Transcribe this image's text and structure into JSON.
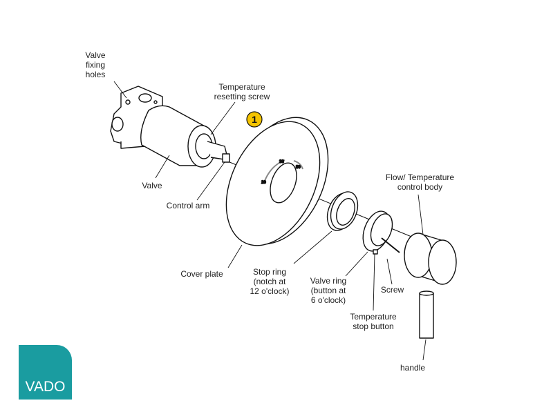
{
  "labels": {
    "valve_fixing_holes": "Valve\nfixing\nholes",
    "temperature_resetting_screw": "Temperature\nresetting screw",
    "valve": "Valve",
    "control_arm": "Control arm",
    "cover_plate": "Cover plate",
    "stop_ring": "Stop ring\n(notch at\n12 o'clock)",
    "valve_ring": "Valve ring\n(button at\n6 o'clock)",
    "screw": "Screw",
    "temperature_stop_button": "Temperature\nstop button",
    "flow_temperature_control_body": "Flow/ Temperature\ncontrol body",
    "handle": "handle"
  },
  "badge": "1",
  "dial_marks": [
    "20",
    "38",
    "50"
  ],
  "logo": {
    "text": "VADO",
    "color": "#1a9ca0"
  },
  "colors": {
    "badge": "#f5c400",
    "line": "#111111"
  }
}
